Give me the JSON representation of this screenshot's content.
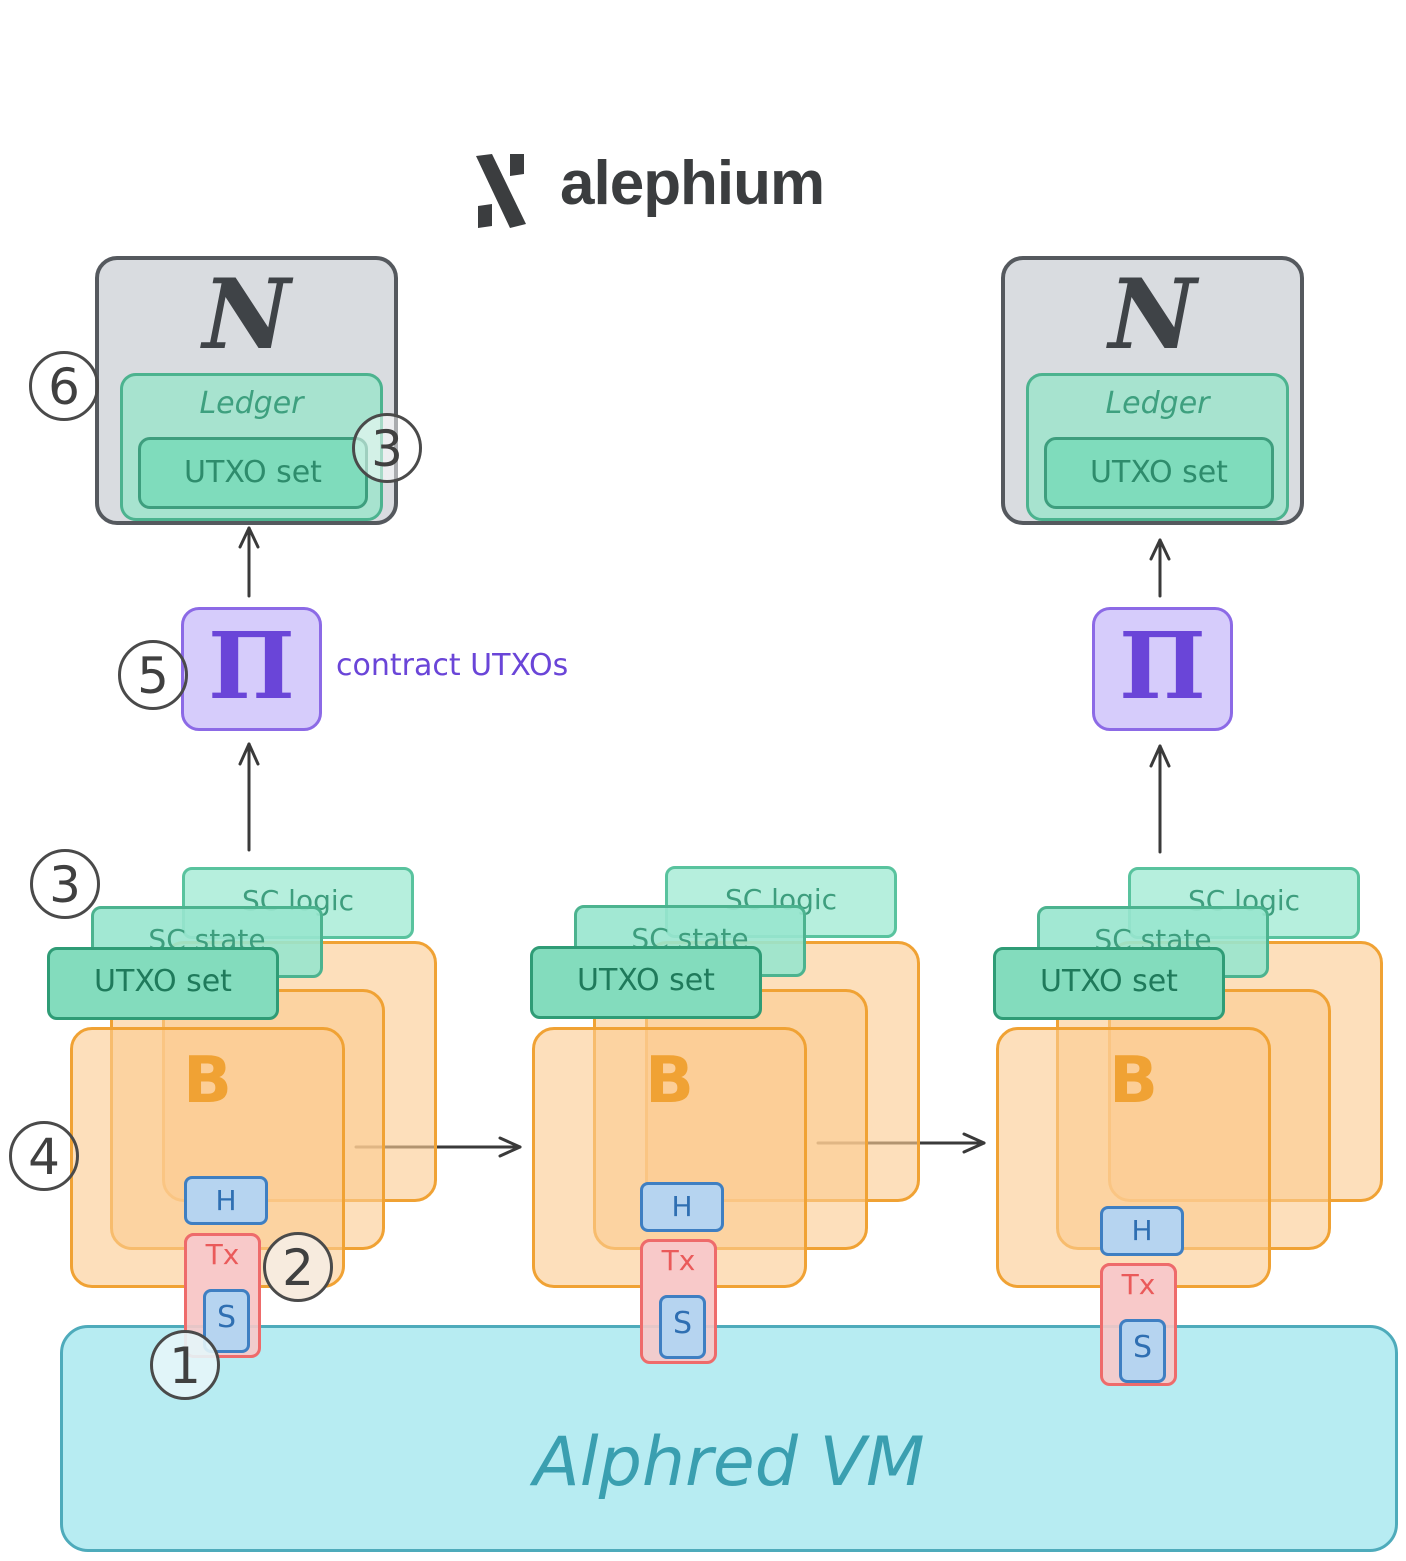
{
  "logo": {
    "text": "alephium"
  },
  "nodes": [
    {
      "letter": "N",
      "ledger_label": "Ledger",
      "utxo_label": "UTXO set"
    },
    {
      "letter": "N",
      "ledger_label": "Ledger",
      "utxo_label": "UTXO set"
    }
  ],
  "pi": {
    "symbol": "Π",
    "label": "contract UTXOs"
  },
  "blocks": [
    {
      "letter": "B",
      "sc_logic": "SC logic",
      "sc_state": "SC state",
      "utxo": "UTXO set",
      "header": "H",
      "tx": "Tx",
      "script": "S"
    },
    {
      "letter": "B",
      "sc_logic": "SC logic",
      "sc_state": "SC state",
      "utxo": "UTXO set",
      "header": "H",
      "tx": "Tx",
      "script": "S"
    },
    {
      "letter": "B",
      "sc_logic": "SC logic",
      "sc_state": "SC state",
      "utxo": "UTXO set",
      "header": "H",
      "tx": "Tx",
      "script": "S"
    }
  ],
  "vm": {
    "label": "Alphred VM"
  },
  "badges": {
    "one": "1",
    "two": "2",
    "three_top": "3",
    "three_mid": "3",
    "four": "4",
    "five": "5",
    "six": "6"
  },
  "colors": {
    "node": "#d9dce0",
    "ledger": "#a7e3cf",
    "pi": "#d6ccfb",
    "block": "#fbcb92",
    "vm": "#b7ecf2",
    "tx": "#f7c9c9",
    "header": "#b6d4f0"
  }
}
